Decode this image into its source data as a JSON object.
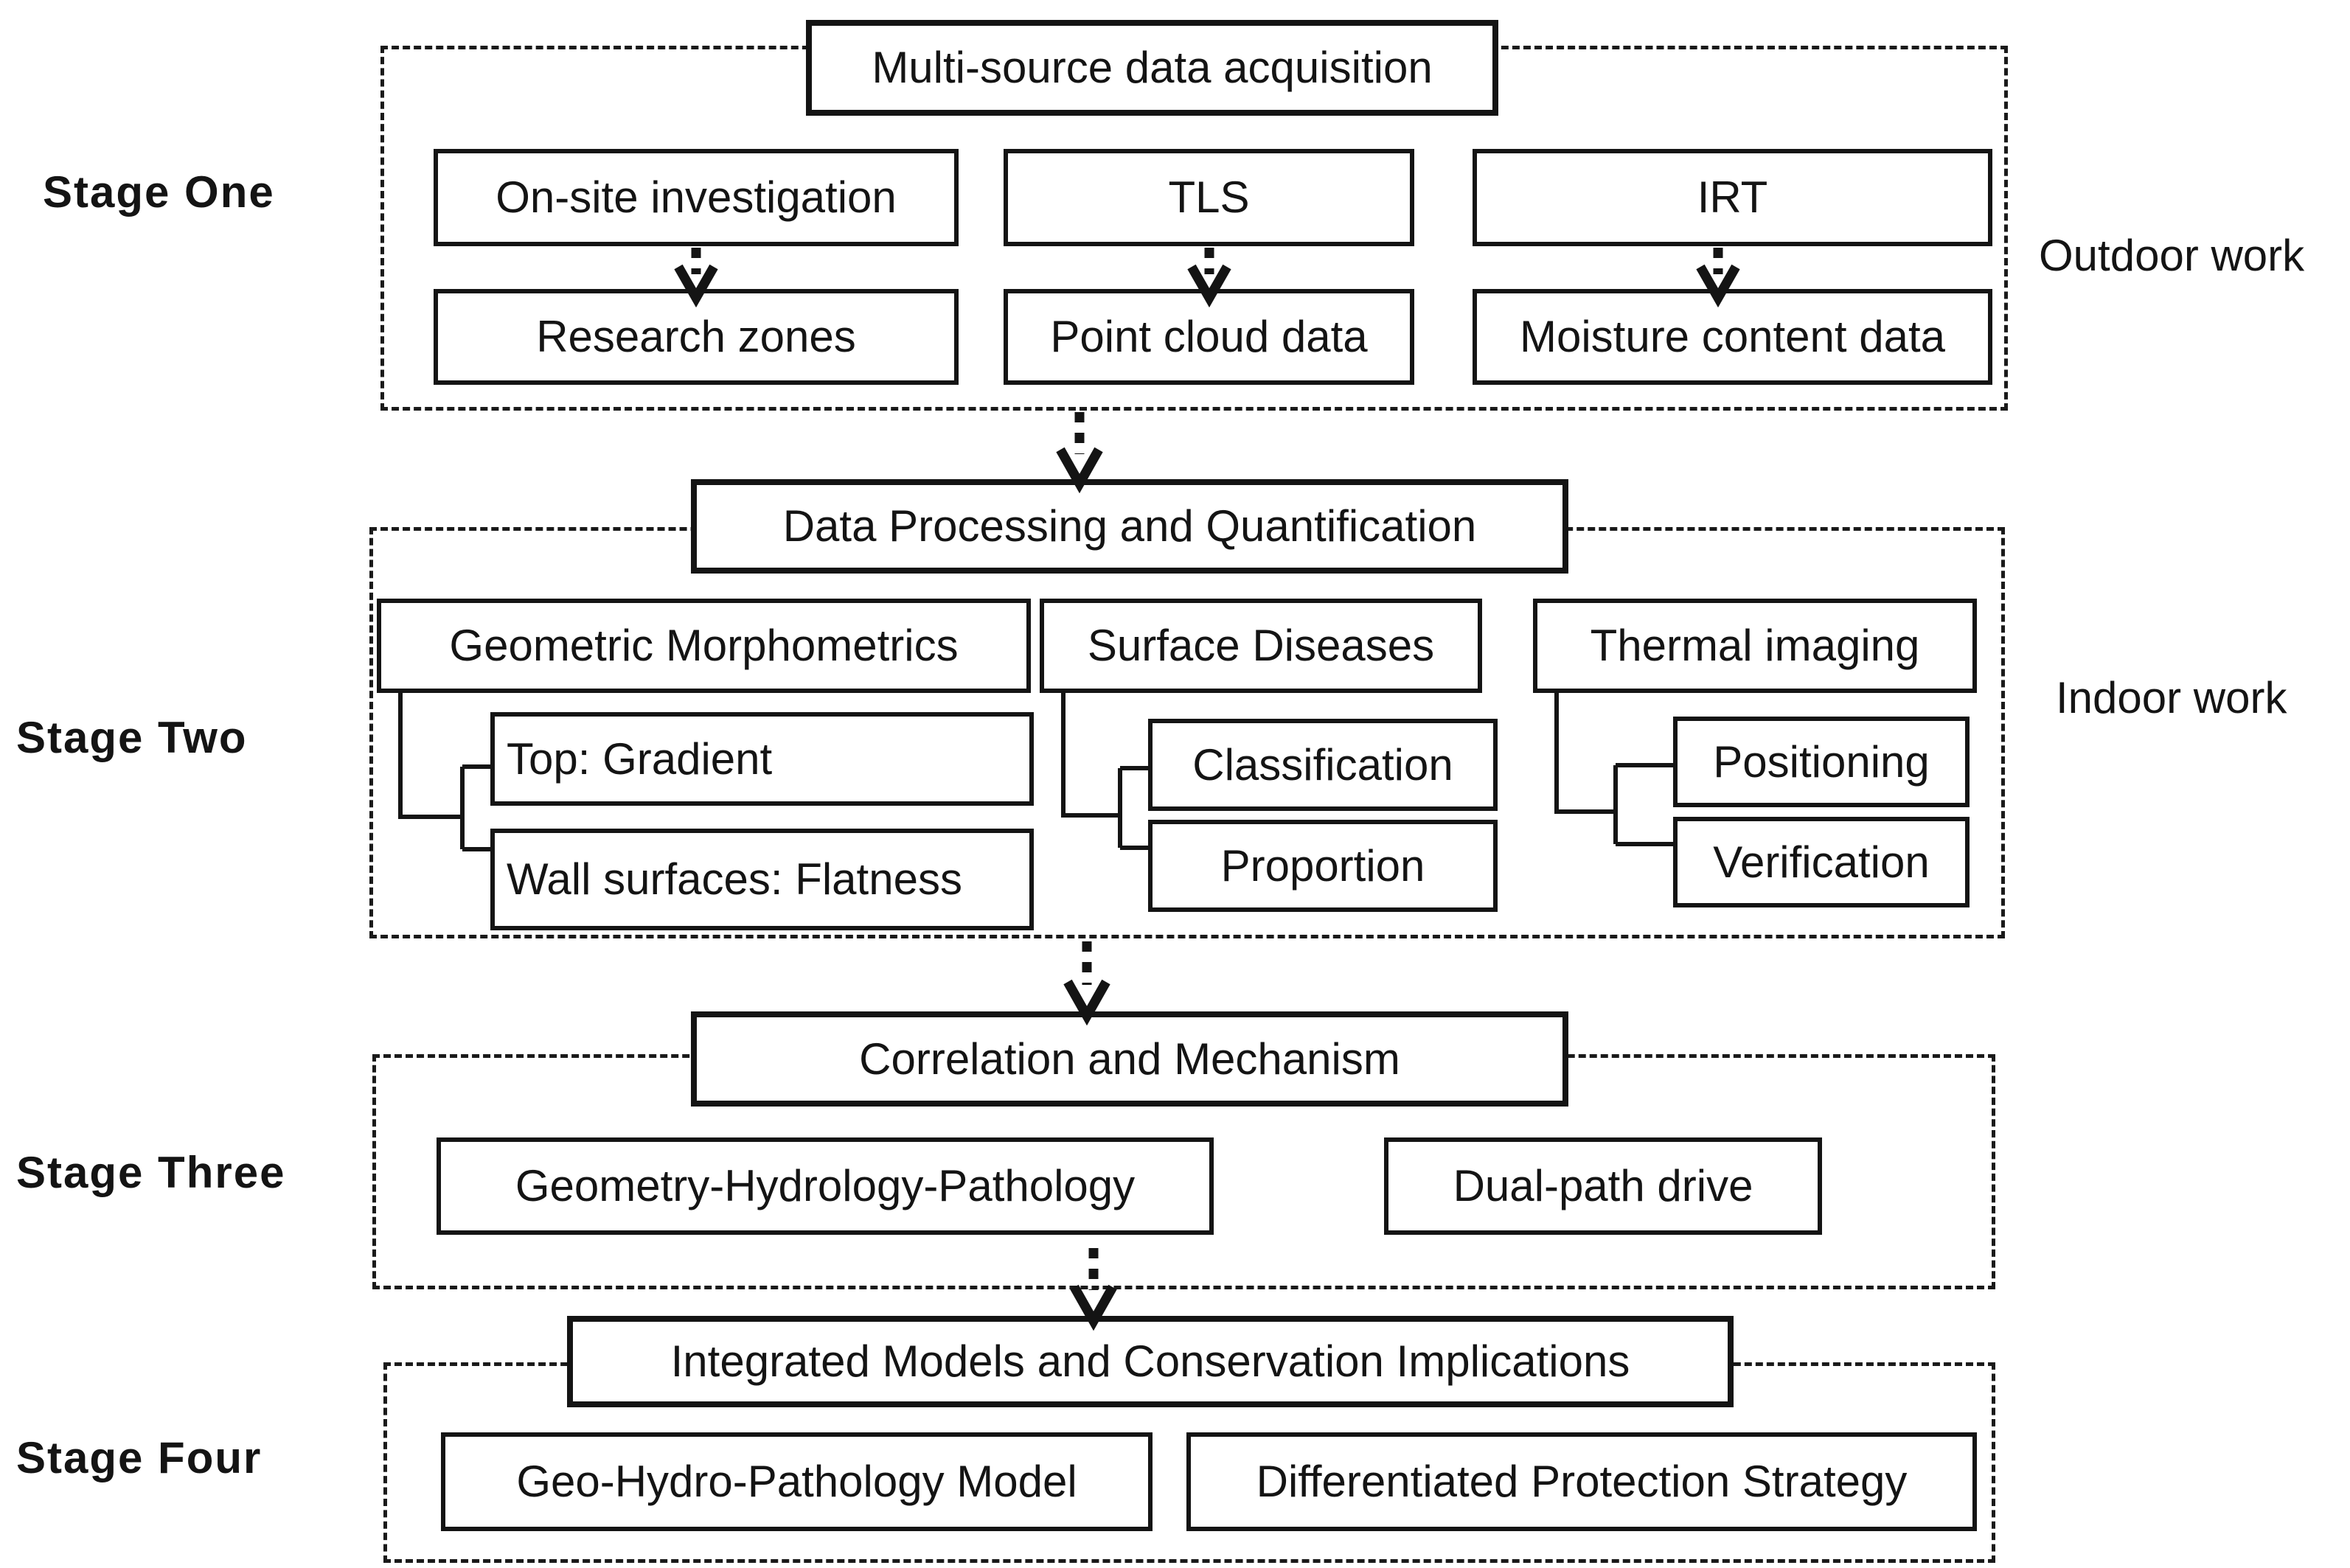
{
  "colors": {
    "ink": "#141414",
    "background": "#ffffff"
  },
  "side_labels": [
    {
      "text": "Stage One"
    },
    {
      "text": "Stage Two"
    },
    {
      "text": "Stage Three"
    },
    {
      "text": "Stage Four"
    }
  ],
  "right_labels": [
    {
      "text": "Outdoor work"
    },
    {
      "text": "Indoor work"
    }
  ],
  "stage1": {
    "title": "Multi-source data acquisition",
    "columns": [
      {
        "source": "On-site investigation",
        "result": "Research zones"
      },
      {
        "source": "TLS",
        "result": "Point cloud data"
      },
      {
        "source": "IRT",
        "result": "Moisture content data"
      }
    ]
  },
  "stage2": {
    "title": "Data Processing and Quantification",
    "groups": [
      {
        "parent": "Geometric Morphometrics",
        "children": [
          "Top: Gradient",
          "Wall surfaces: Flatness"
        ]
      },
      {
        "parent": "Surface Diseases",
        "children": [
          "Classification",
          "Proportion"
        ]
      },
      {
        "parent": "Thermal imaging",
        "children": [
          "Positioning",
          "Verification"
        ]
      }
    ]
  },
  "stage3": {
    "title": "Correlation and Mechanism",
    "boxes": [
      "Geometry-Hydrology-Pathology",
      "Dual-path drive"
    ]
  },
  "stage4": {
    "title": "Integrated Models and Conservation Implications",
    "boxes": [
      "Geo-Hydro-Pathology Model",
      "Differentiated Protection Strategy"
    ]
  }
}
